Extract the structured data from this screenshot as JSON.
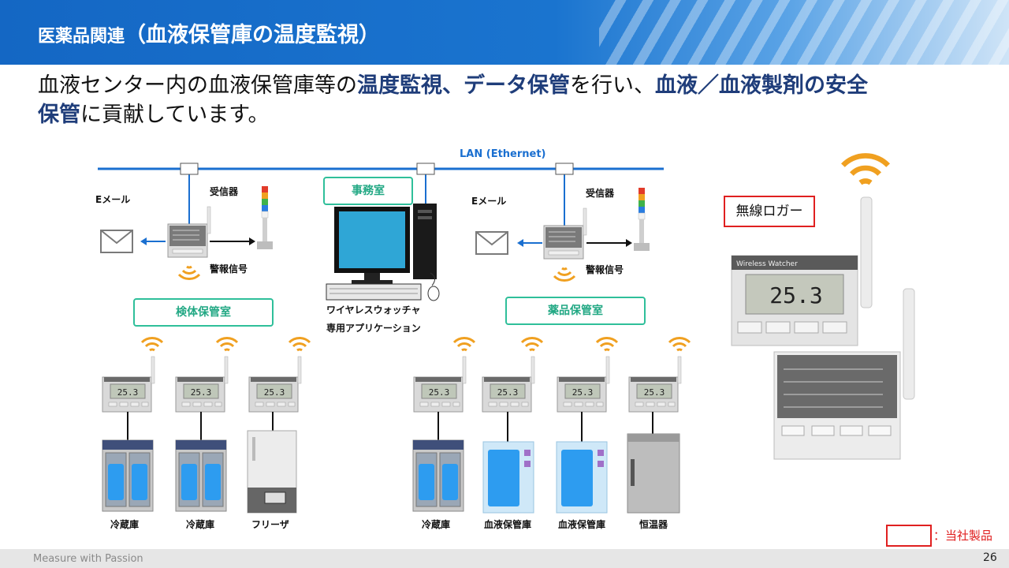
{
  "header": {
    "title_prefix": "医薬品関連",
    "title_main": "（血液保管庫の温度監視）"
  },
  "lead": {
    "p1": "血液センター内の血液保管庫等の",
    "b1": "温度監視、データ保管",
    "p2": "を行い、",
    "b2": "血液／血液製剤の安全",
    "b3": "保管",
    "p3": "に貢献しています。"
  },
  "network": {
    "lan_label": "LAN (Ethernet)",
    "office_label": "事務室",
    "software_line1": "ワイヤレスウォッチャ",
    "software_line2": "専用アプリケーション",
    "email_label": "Eメール",
    "receiver_label": "受信器",
    "alarm_label": "警報信号"
  },
  "rooms": {
    "left": "検体保管室",
    "right": "薬品保管室"
  },
  "devices": {
    "left": [
      "冷蔵庫",
      "冷蔵庫",
      "フリーザ"
    ],
    "right": [
      "冷蔵庫",
      "血液保管庫",
      "血液保管庫",
      "恒温器"
    ]
  },
  "logger": {
    "display_value": "25.3",
    "small_display": "25.3",
    "brand": "Wireless Watcher",
    "callout": "無線ロガー"
  },
  "legend": {
    "text": "：当社製品"
  },
  "footer": {
    "text": "Measure with Passion",
    "page": "26"
  },
  "colors": {
    "header_blue": "#1467c4",
    "lan_blue": "#1a6fd0",
    "room_green": "#2fbf9a",
    "product_red": "#e02020",
    "wifi_orange": "#f0a020"
  }
}
